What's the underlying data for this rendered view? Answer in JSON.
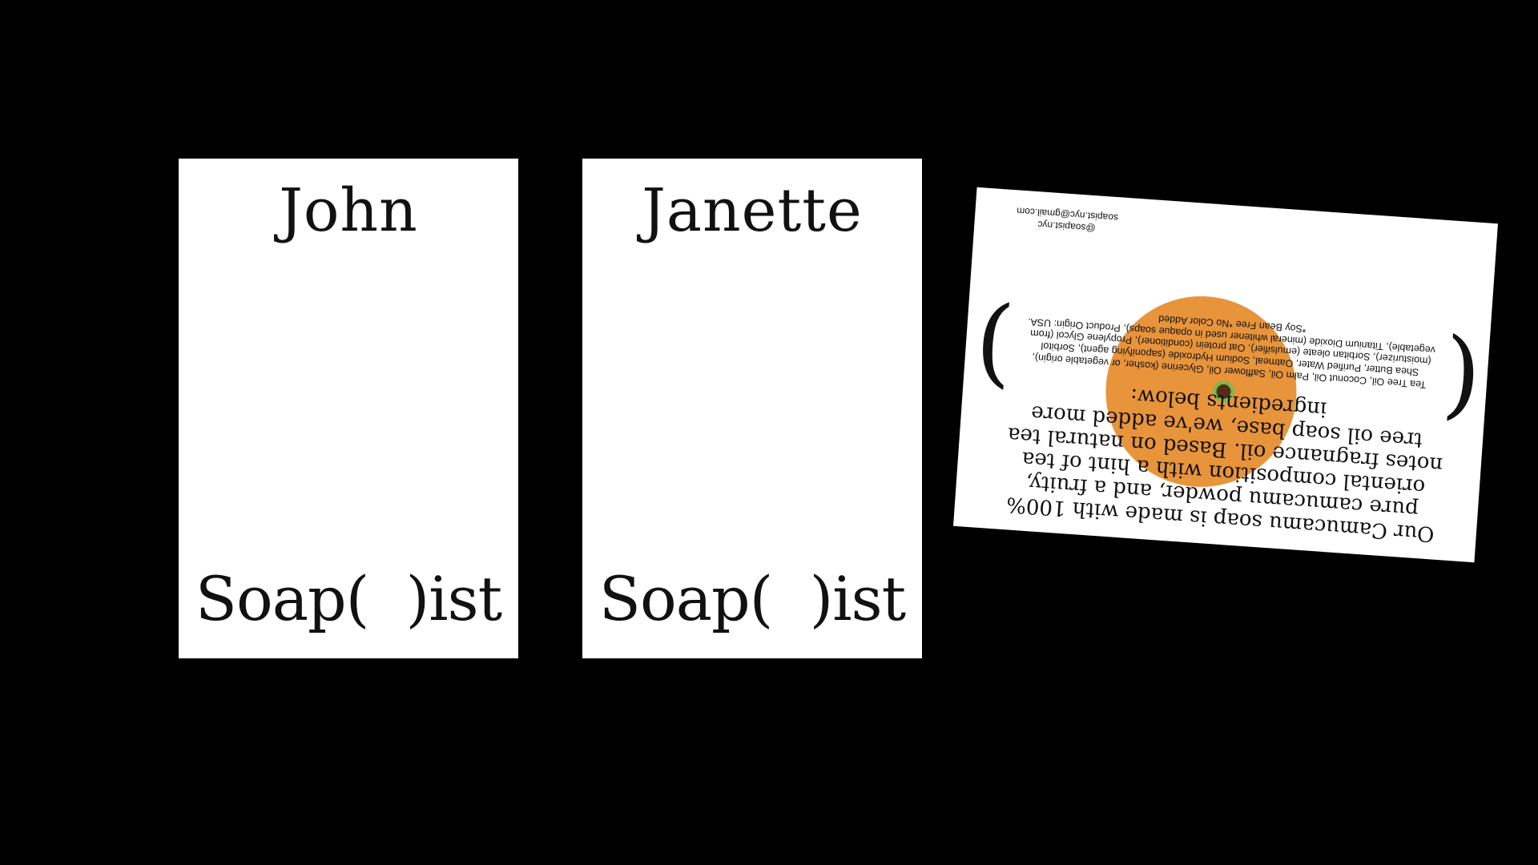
{
  "cards": [
    {
      "name": "John",
      "brand": "Soap(  )ist"
    },
    {
      "name": "Janette",
      "brand": "Soap(  )ist"
    }
  ],
  "back": {
    "description": "Our Camucamu soap is made with 100% pure camucamu powder, and a fruity, oriental composition with a hint of tea notes fragnance oil. Based on natural tea tree oil soap base, we've added more ingredients below:",
    "ingredients": "Tea Tree Oil, Coconut Oil, Palm Oil, Safflower Oil, Glycerine (kosher, or vegetable origin), Shea Butter, Purified Water, Oatmeal, Sodium Hydroxide (saponifying agent), Sorbitol (moisturizer), Sorbitan oleate (emulsifier), Oat protein (conditioner), Propylene Glycol (from vegetable), Titanium Dioxide (mineral whitener used in opaque soaps), Product Origin: USA. *Soy Bean Free *No Color Added",
    "handle": "@soapist.nyc",
    "email": "soapist.nyc@gmail.com",
    "paren_open": "(",
    "paren_close": ")"
  },
  "colors": {
    "background": "#000000",
    "card": "#ffffff",
    "accent_orange": "#e8943a",
    "accent_green": "#6fbf4a"
  }
}
